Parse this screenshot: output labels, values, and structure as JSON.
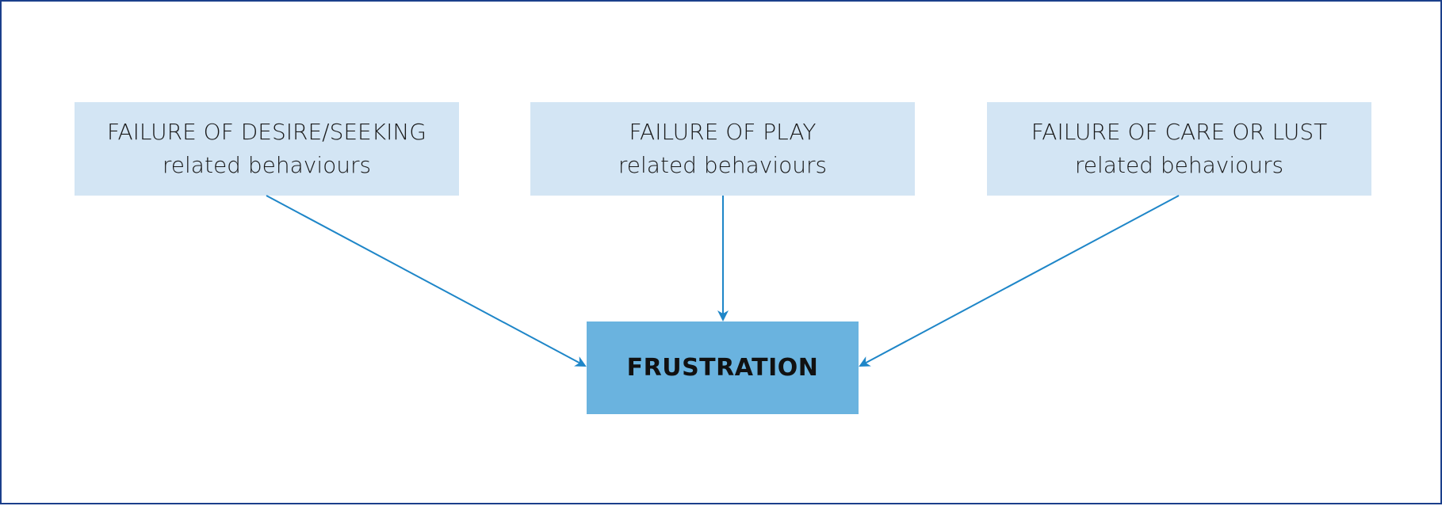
{
  "diagram": {
    "sources": [
      {
        "title": "FAILURE OF DESIRE/SEEKING",
        "subtitle": "related behaviours"
      },
      {
        "title": "FAILURE OF PLAY",
        "subtitle": "related behaviours"
      },
      {
        "title": "FAILURE OF CARE OR LUST",
        "subtitle": "related behaviours"
      }
    ],
    "target": {
      "label": "FRUSTRATION"
    },
    "colors": {
      "source_fill": "#d3e5f4",
      "target_fill": "#6ab3df",
      "arrow": "#1e86c8",
      "frame": "#1b3f8b"
    }
  }
}
